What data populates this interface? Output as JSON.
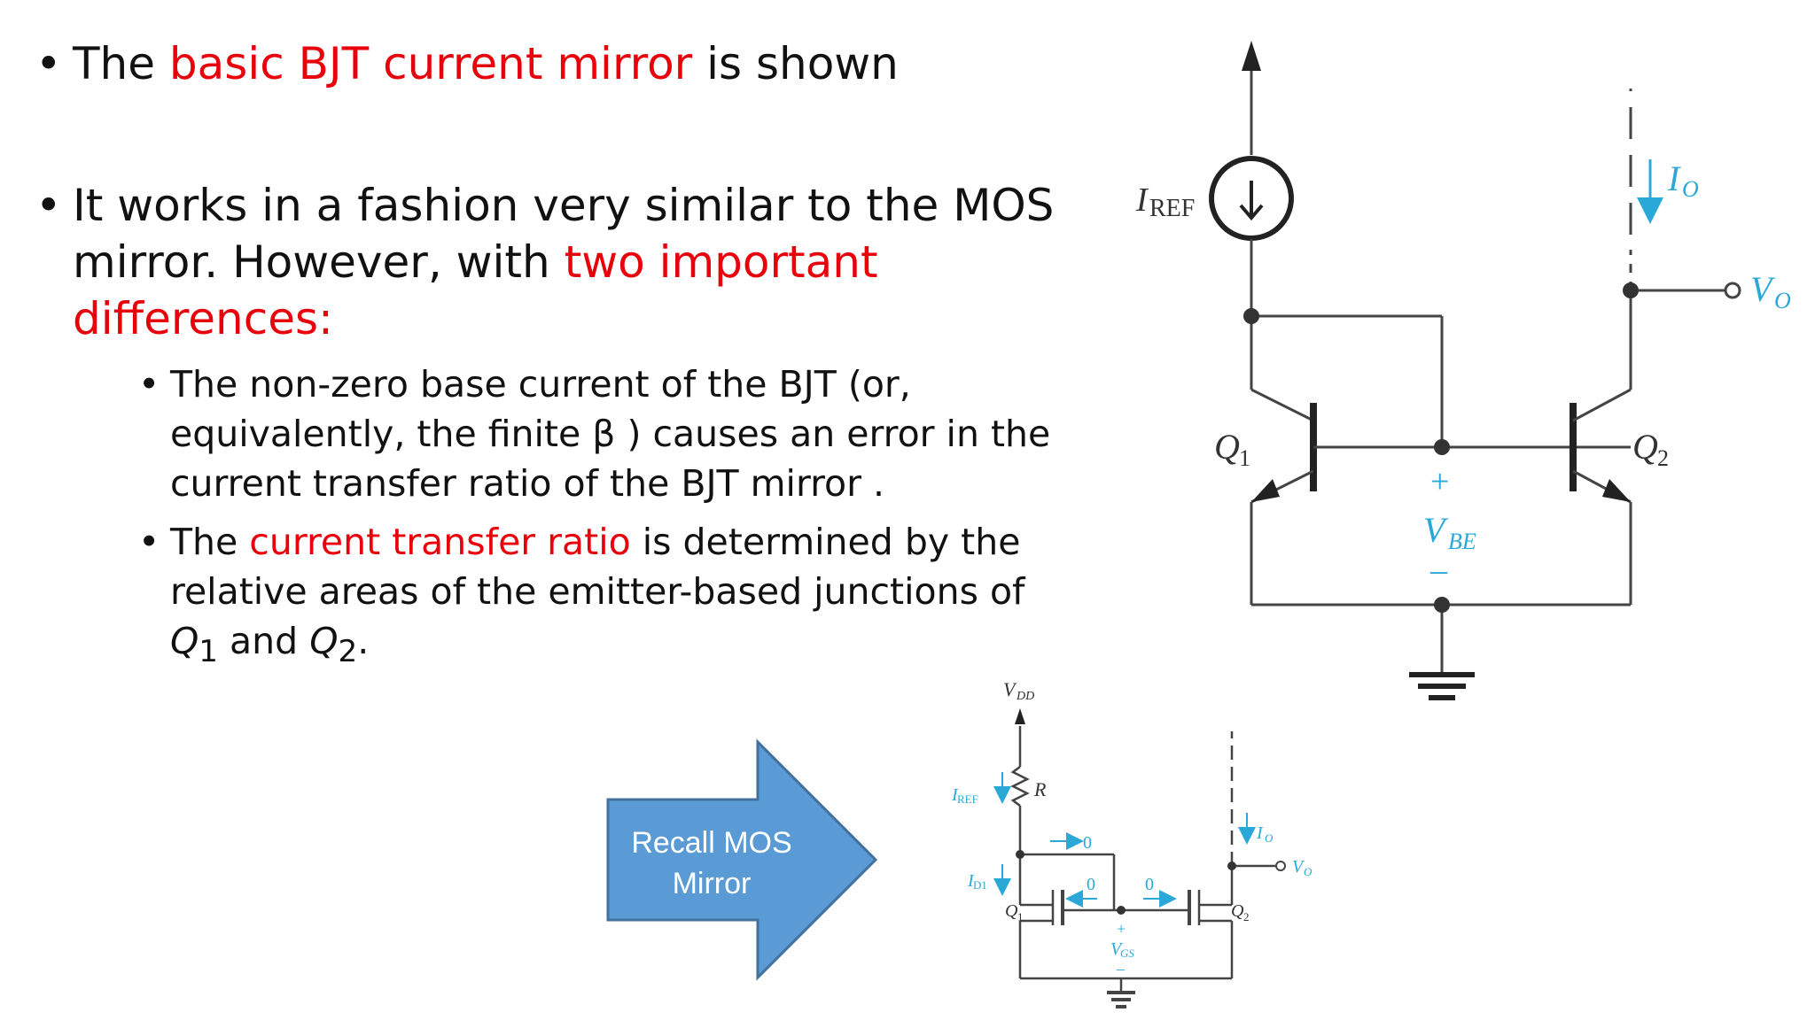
{
  "bullets": {
    "b1_pre": "The ",
    "b1_red": "basic BJT current mirror",
    "b1_post": " is shown",
    "b2_pre": "It works in a fashion very similar to the MOS mirror.  However, with ",
    "b2_red": "two important differences:",
    "sub1": "The non-zero base current of the BJT (or, equivalently, the finite β ) causes an error in the current transfer ratio of the BJT mirror .",
    "sub2_pre": "The ",
    "sub2_red": "current transfer ratio",
    "sub2_mid": " is determined by the relative areas of the emitter-based junctions of ",
    "q1_sym": "Q",
    "q1_sub": "1",
    "sub2_and": " and ",
    "q2_sym": "Q",
    "q2_sub": "2",
    "sub2_end": "."
  },
  "bjt": {
    "iref": "I",
    "iref_sub": "REF",
    "io": "I",
    "io_sub": "O",
    "vo": "V",
    "vo_sub": "O",
    "q1": "Q",
    "q1_sub": "1",
    "q2": "Q",
    "q2_sub": "2",
    "vbe_plus": "+",
    "vbe": "V",
    "vbe_sub": "BE",
    "vbe_minus": "–"
  },
  "arrow_box": {
    "line1": "Recall MOS",
    "line2": "Mirror"
  },
  "mos": {
    "vdd": "V",
    "vdd_sub": "DD",
    "iref": "I",
    "iref_sub": "REF",
    "r": "R",
    "id1": "I",
    "id1_sub": "D1",
    "zero_top": "0",
    "zero_left": "0",
    "zero_right": "0",
    "q1": "Q",
    "q1_sub": "1",
    "q2": "Q",
    "q2_sub": "2",
    "io": "I",
    "io_sub": "O",
    "vo": "V",
    "vo_sub": "O",
    "vgs_plus": "+",
    "vgs": "V",
    "vgs_sub": "GS",
    "vgs_minus": "–"
  },
  "colors": {
    "accent_red": "#e8000b",
    "circuit_blue": "#2aa8d8",
    "arrow_fill": "#5b9bd5",
    "arrow_stroke": "#41719c"
  }
}
